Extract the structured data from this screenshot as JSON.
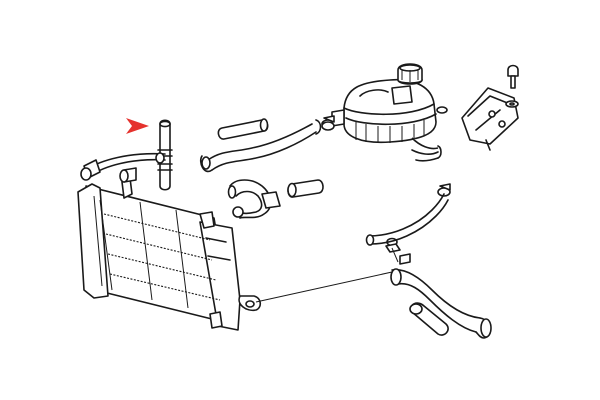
{
  "diagram": {
    "type": "exploded-parts-drawing",
    "subject_parts": [
      "radiator",
      "breather-hose-highlighted",
      "upper-bleed-hose-with-fitting",
      "straight-hose-short",
      "curved-bypass-hose",
      "heater-feed-hose",
      "small-radiator-hose-elbow",
      "coupling-sleeve",
      "expansion-tank",
      "expansion-tank-cap",
      "tank-cap-seal-ring",
      "tank-mounting-bracket",
      "bracket-bolt",
      "bracket-nut",
      "return-hose-upper",
      "lower-radiator-hose",
      "hose-clamps",
      "short-hose-stub"
    ],
    "pointer_arrow_target": "breather-hose-highlighted"
  },
  "colors": {
    "line": "#1a1a1a",
    "background": "#ffffff",
    "pointer_arrow": "#e5322d"
  }
}
